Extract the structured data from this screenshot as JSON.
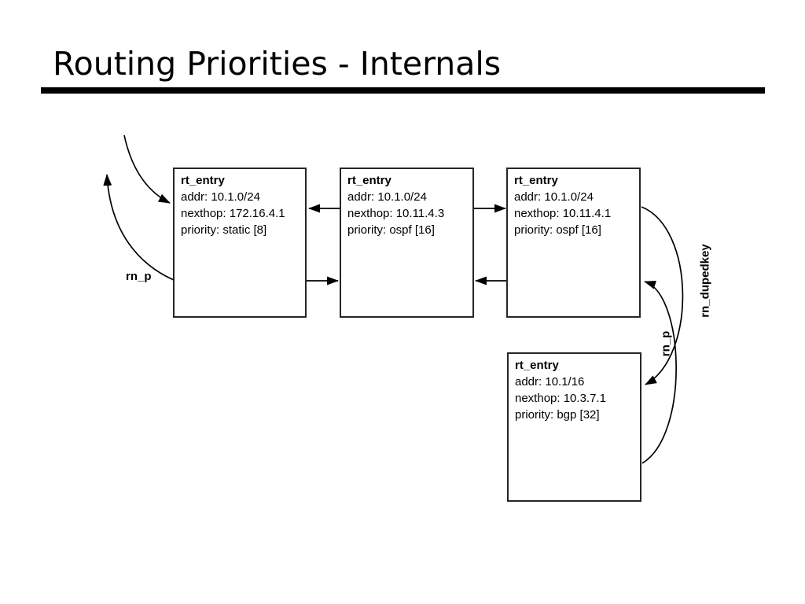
{
  "slide": {
    "title": "Routing Priorities - Internals"
  },
  "diagram": {
    "nodes": [
      {
        "title": "rt_entry",
        "lines": [
          "addr: 10.1.0/24",
          "nexthop: 172.16.4.1",
          "priority: static [8]"
        ]
      },
      {
        "title": "rt_entry",
        "lines": [
          "addr: 10.1.0/24",
          "nexthop: 10.11.4.3",
          "priority: ospf [16]"
        ]
      },
      {
        "title": "rt_entry",
        "lines": [
          "addr: 10.1.0/24",
          "nexthop: 10.11.4.1",
          "priority: ospf [16]"
        ]
      },
      {
        "title": "rt_entry",
        "lines": [
          "addr: 10.1/16",
          "nexthop: 10.3.7.1",
          "priority: bgp [32]"
        ]
      }
    ],
    "labels": {
      "rn_p_left": "rn_p",
      "rn_p_right": "rn_p",
      "rn_dupedkey": "rn_dupedkey"
    },
    "colors": {
      "background": "#ffffff",
      "text": "#000000",
      "line": "#000000",
      "box_border": "#262626"
    }
  }
}
